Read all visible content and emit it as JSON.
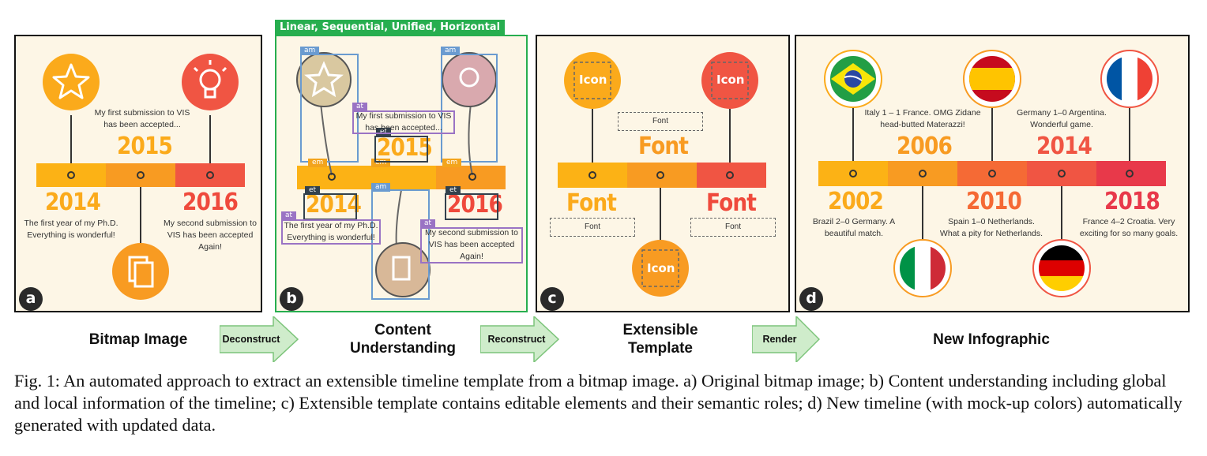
{
  "caption": "Fig. 1: An automated approach to extract an extensible timeline template from a bitmap image. a) Original bitmap image; b) Content understanding including global and local information of the timeline; c) Extensible template contains editable elements and their semantic roles; d) New timeline (with mock-up colors) automatically generated with updated data.",
  "panel_a": {
    "badge": "a",
    "label": "Bitmap Image",
    "years": [
      "2014",
      "2015",
      "2016"
    ],
    "desc_2014": "The first year of my Ph.D.\nEverything is wonderful!",
    "desc_2015": "My first submission to VIS\nhas been accepted...",
    "desc_2016": "My second submission to\nVIS has been accepted\nAgain!"
  },
  "panel_b": {
    "badge": "b",
    "label": "Content\nUnderstanding",
    "banner": "Linear, Sequential, Unified, Horizontal",
    "tags": {
      "am": "am",
      "at": "at",
      "et": "et",
      "em": "em"
    },
    "years": [
      "2014",
      "2015",
      "2016"
    ],
    "desc_2014": "The first year of my Ph.D.\nEverything is wonderful!",
    "desc_2015": "My first submission to VIS\nhas been accepted...",
    "desc_2016": "My second submission to\nVIS has been accepted\nAgain!"
  },
  "panel_c": {
    "badge": "c",
    "label": "Extensible\nTemplate",
    "icon": "Icon",
    "font": "Font"
  },
  "panel_d": {
    "badge": "d",
    "label": "New Infographic",
    "years": [
      "2002",
      "2006",
      "2010",
      "2014",
      "2018"
    ],
    "desc_2002": "Brazil 2–0 Germany. A\nbeautiful match.",
    "desc_2006": "Italy 1 – 1 France. OMG Zidane\nhead-butted Materazzi!",
    "desc_2010": "Spain 1–0 Netherlands.\nWhat a pity for Netherlands.",
    "desc_2014": "Germany 1–0 Argentina.\nWonderful game.",
    "desc_2018": "France 4–2 Croatia. Very\nexciting for so many goals."
  },
  "arrows": [
    "Deconstruct",
    "Reconstruct",
    "Render"
  ],
  "colors": {
    "bg": "#fdf6e6",
    "bar1": "#fcb215",
    "bar2": "#f89b22",
    "bar3": "#f05543",
    "bar4": "#e8394a",
    "year_orange": "#fbaa1b",
    "year_red": "#ef4a3c",
    "green": "#27ae4f",
    "blue_box": "#6a9bd0",
    "purple": "#9a73c4",
    "dark_tag": "#33414d"
  }
}
